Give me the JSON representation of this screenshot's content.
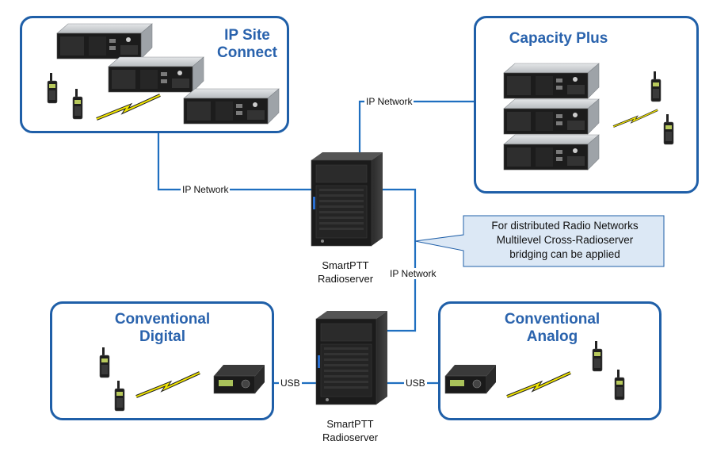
{
  "groups": {
    "ip_site_connect": {
      "title_line1": "IP Site",
      "title_line2": "Connect"
    },
    "capacity_plus": {
      "title": "Capacity Plus"
    },
    "conventional_digital": {
      "title_line1": "Conventional",
      "title_line2": "Digital"
    },
    "conventional_analog": {
      "title_line1": "Conventional",
      "title_line2": "Analog"
    }
  },
  "links": {
    "ip_network_left": "IP Network",
    "ip_network_top": "IP Network",
    "ip_network_middle": "IP Network",
    "usb_left": "USB",
    "usb_right": "USB"
  },
  "servers": {
    "top": {
      "line1": "SmartPTT",
      "line2": "Radioserver"
    },
    "bottom": {
      "line1": "SmartPTT",
      "line2": "Radioserver"
    }
  },
  "callout": {
    "line1": "For distributed Radio Networks",
    "line2": "Multilevel Cross-Radioserver",
    "line3": "bridging can be applied"
  },
  "colors": {
    "frame": "#1f5fa8",
    "title": "#2a63ad",
    "link": "#1f6fc0",
    "callout_fill": "#dce8f5",
    "lightning": "#f2e600"
  },
  "icons": [
    "repeater-icon",
    "portable-radio-icon",
    "mobile-radio-icon",
    "server-tower-icon",
    "lightning-icon"
  ]
}
